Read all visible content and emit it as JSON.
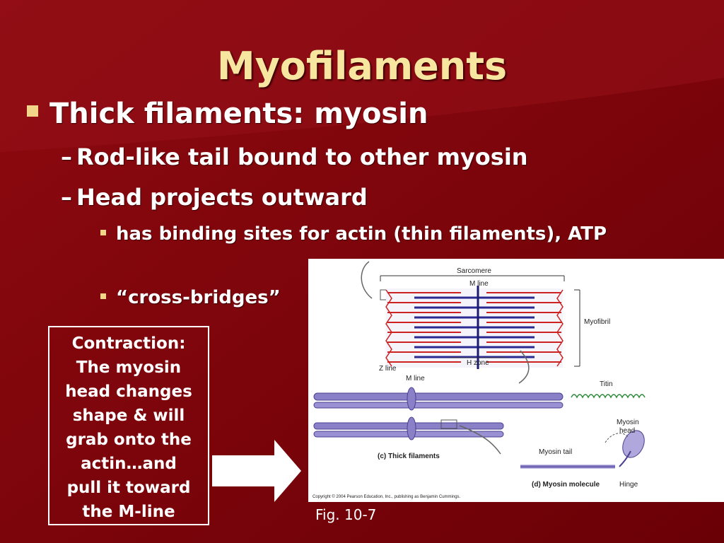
{
  "slide": {
    "title": "Myofilaments",
    "bullets": {
      "level1": "Thick filaments:  myosin",
      "level2": [
        "Rod-like tail bound to other myosin",
        "Head projects outward"
      ],
      "level3": [
        "has binding sites for actin (thin filaments), ATP",
        "“cross-bridges”"
      ]
    },
    "callout_lines": [
      "Contraction:",
      "The myosin",
      "head changes",
      "shape & will",
      "grab onto the",
      "actin…and",
      "pull it toward",
      "the M-line"
    ],
    "figure": {
      "labels": {
        "sarcomere": "Sarcomere",
        "m_line_top": "M line",
        "myofibril": "Myofibril",
        "z_line": "Z line",
        "h_zone": "H zone",
        "m_line_mid": "M line",
        "titin": "Titin",
        "thick_filaments": "(c) Thick filaments",
        "myosin_head_1": "Myosin",
        "myosin_head_2": "head",
        "myosin_tail": "Myosin tail",
        "myosin_molecule": "(d) Myosin molecule",
        "hinge": "Hinge",
        "copyright": "Copyright © 2004 Pearson Education, Inc., publishing as Benjamin Cummings."
      }
    },
    "fig_caption": "Fig. 10-7"
  },
  "colors": {
    "background": "#7a0008",
    "title": "#f7e6a0",
    "bullet_square": "#f3d58a",
    "text": "#ffffff",
    "thin_filament": "#cc2222",
    "thick_filament": "#3a3aa8",
    "myosin_purple": "#8a80c8"
  }
}
